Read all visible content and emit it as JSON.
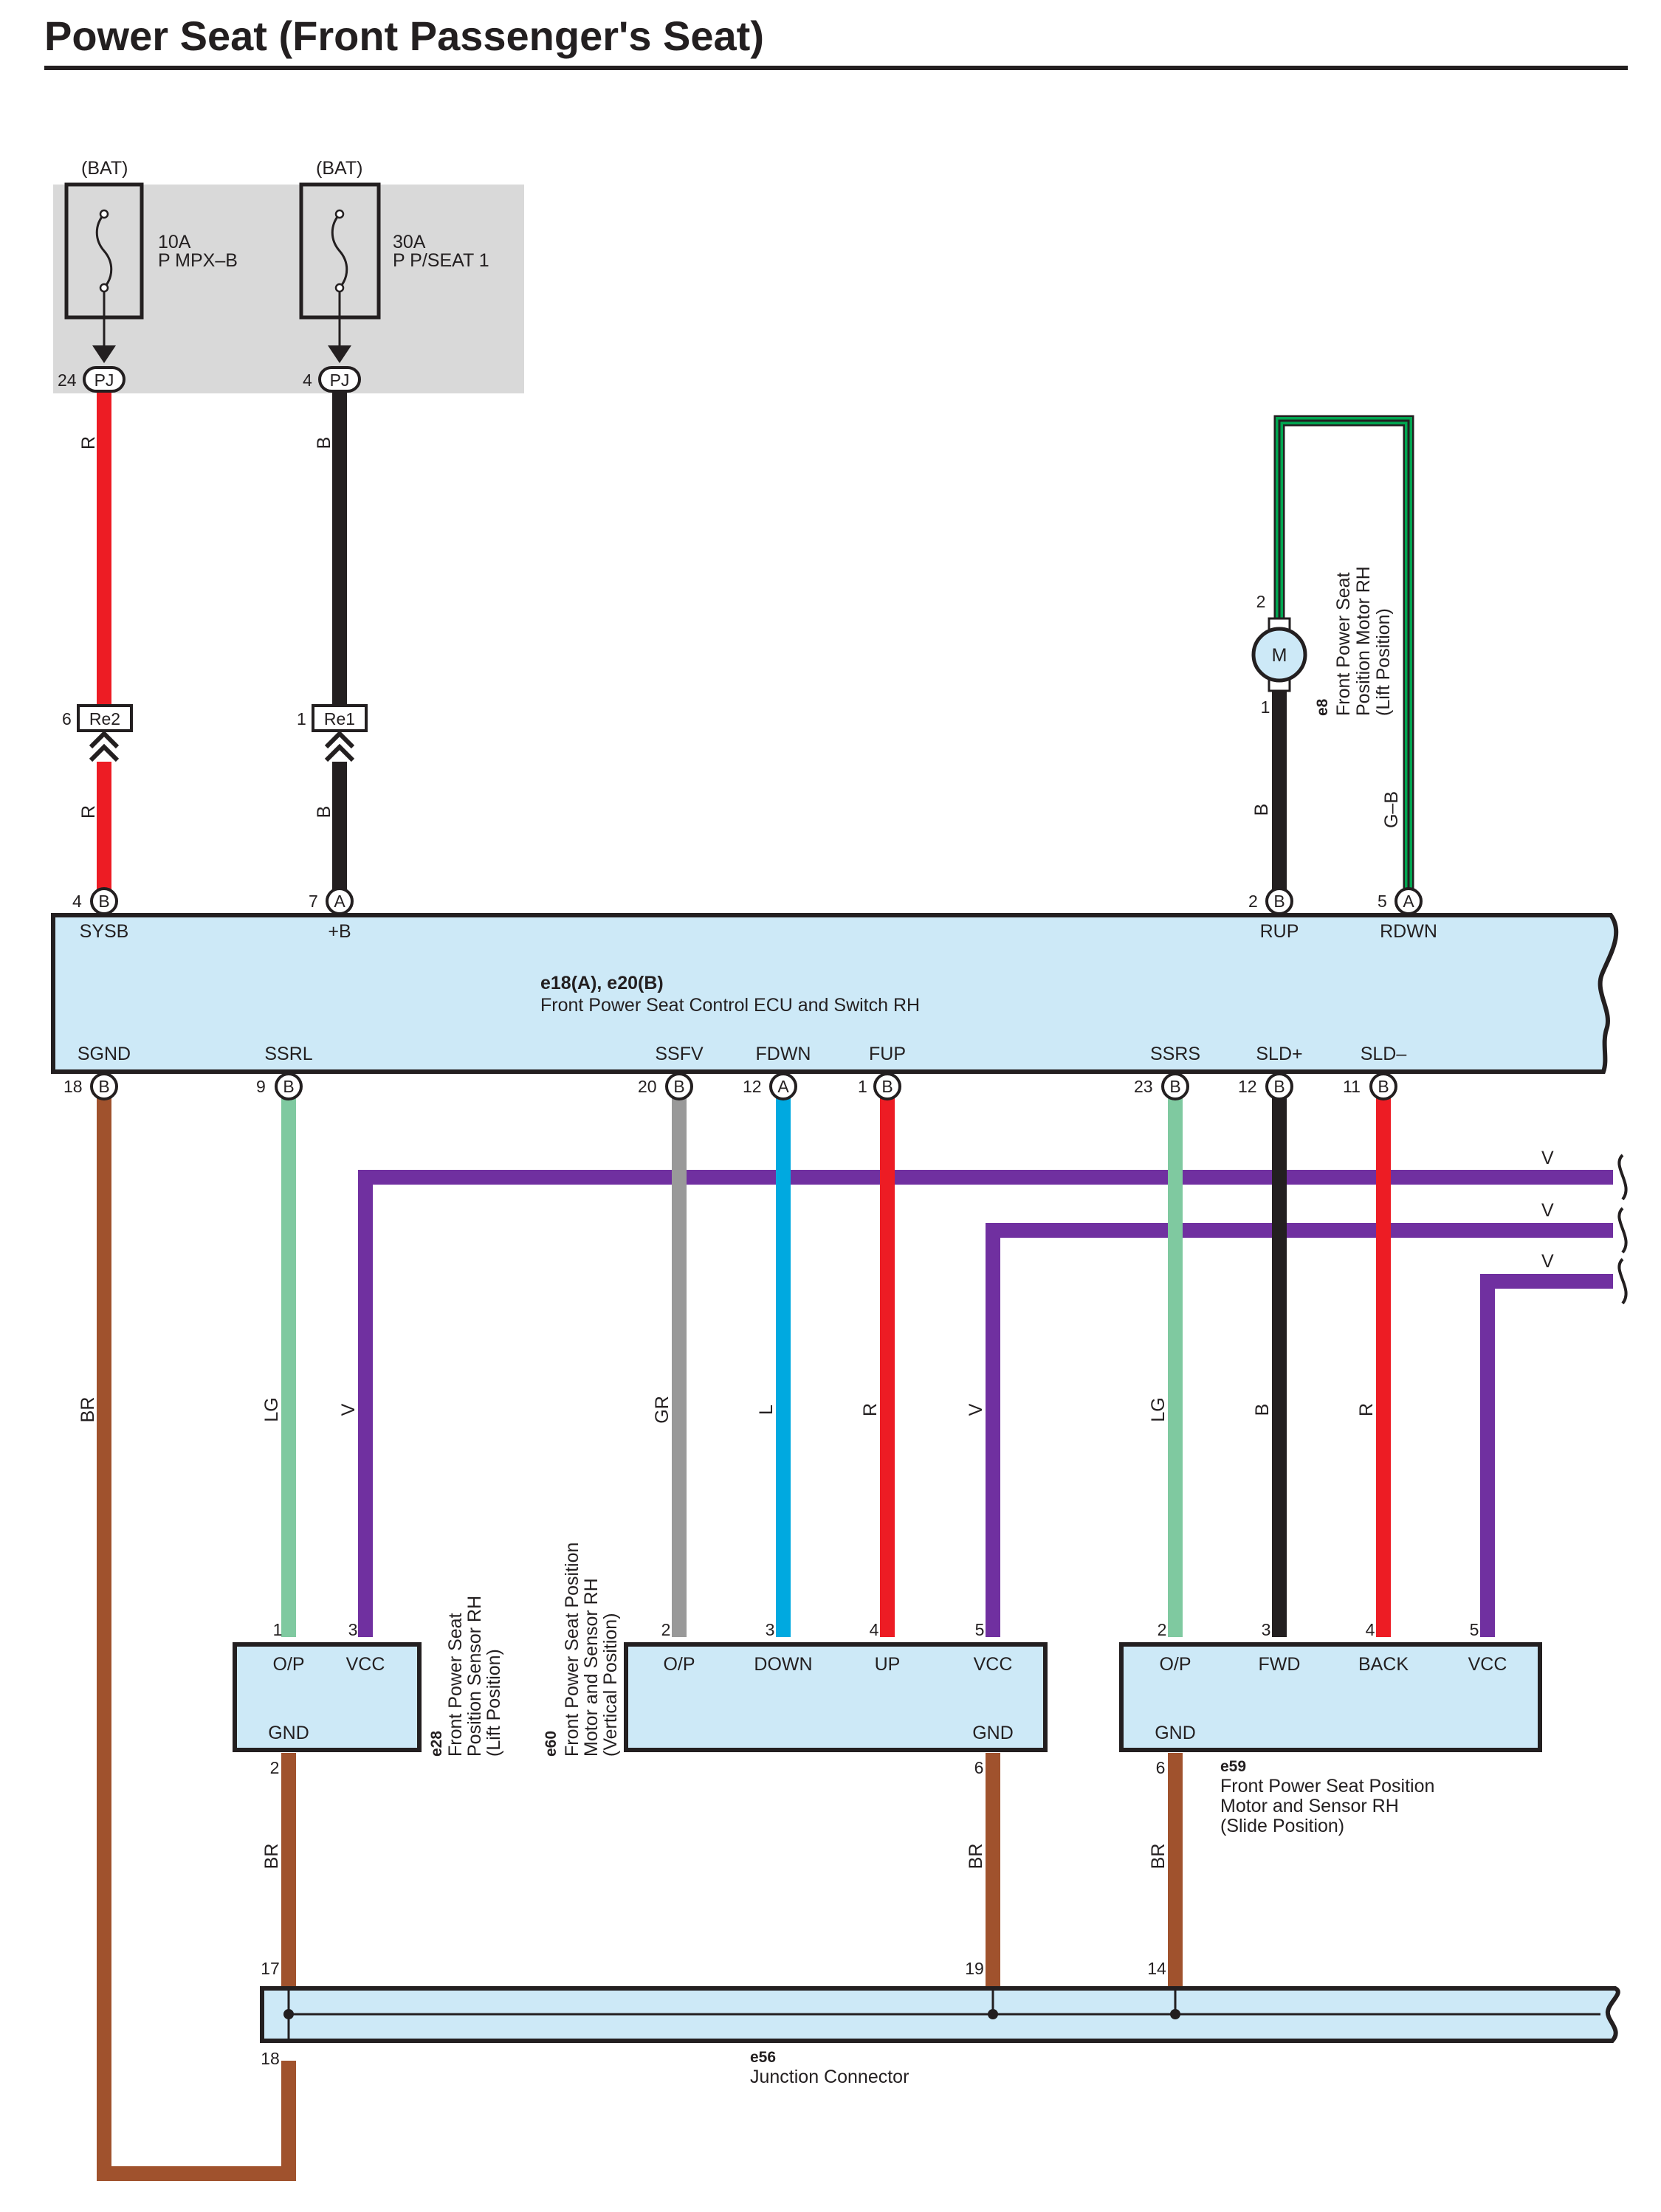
{
  "title": "Power Seat (Front Passenger's Seat)",
  "colors": {
    "R": "#ed1c24",
    "B": "#231f20",
    "G": "#00a651",
    "LG": "#7fc9a0",
    "V": "#7030a0",
    "GR": "#999999",
    "L": "#00a9e0",
    "BR": "#a0522d",
    "component_fill": "#cde9f7",
    "fuse_block_fill": "#d9d9d9"
  },
  "fuses": [
    {
      "source": "(BAT)",
      "rating": "10A",
      "name": "P MPX–B",
      "pin": "24",
      "connector": "PJ"
    },
    {
      "source": "(BAT)",
      "rating": "30A",
      "name": "P P/SEAT 1",
      "pin": "4",
      "connector": "PJ"
    }
  ],
  "inline_connectors": [
    {
      "id": "Re2",
      "pin": "6"
    },
    {
      "id": "Re1",
      "pin": "1"
    }
  ],
  "motor_e8": {
    "id": "e8",
    "lines": [
      "Front Power Seat",
      "Position Motor RH",
      "(Lift Position)"
    ],
    "symbol": "M",
    "pin_top": "2",
    "pin_bottom": "1"
  },
  "ecu": {
    "id": "e18(A), e20(B)",
    "name": "Front Power Seat Control ECU and Switch RH",
    "top_pins": [
      {
        "num": "4",
        "conn": "B",
        "label": "SYSB"
      },
      {
        "num": "7",
        "conn": "A",
        "label": "+B"
      },
      {
        "num": "2",
        "conn": "B",
        "label": "RUP"
      },
      {
        "num": "5",
        "conn": "A",
        "label": "RDWN"
      }
    ],
    "bottom_pins": [
      {
        "num": "18",
        "conn": "B",
        "label": "SGND"
      },
      {
        "num": "9",
        "conn": "B",
        "label": "SSRL"
      },
      {
        "num": "20",
        "conn": "B",
        "label": "SSFV"
      },
      {
        "num": "12",
        "conn": "A",
        "label": "FDWN"
      },
      {
        "num": "1",
        "conn": "B",
        "label": "FUP"
      },
      {
        "num": "23",
        "conn": "B",
        "label": "SSRS"
      },
      {
        "num": "12",
        "conn": "B",
        "label": "SLD+"
      },
      {
        "num": "11",
        "conn": "B",
        "label": "SLD–"
      }
    ]
  },
  "wire_colors": {
    "fuse1_upper": "R",
    "fuse2_upper": "B",
    "fuse1_lower": "R",
    "fuse2_lower": "B",
    "rup": "B",
    "rdwn": "G–B",
    "sgnd": "BR",
    "ssrl": "LG",
    "vcc_e28": "V",
    "ssfv": "GR",
    "fdwn": "L",
    "fup": "R",
    "vcc_e60": "V",
    "ssrs": "LG",
    "sld_plus": "B",
    "sld_minus": "R",
    "bus1": "V",
    "bus2": "V",
    "bus3": "V",
    "gnd_e28": "BR",
    "gnd_e60": "BR",
    "gnd_e59": "BR"
  },
  "sensor_e28": {
    "id": "e28",
    "lines": [
      "Front Power Seat",
      "Position Sensor RH",
      "(Lift Position)"
    ],
    "labels": {
      "op": "O/P",
      "vcc": "VCC",
      "gnd": "GND"
    },
    "pins": {
      "op": "1",
      "vcc": "3",
      "gnd": "2"
    }
  },
  "motor_e60": {
    "id": "e60",
    "lines": [
      "Front Power Seat Position",
      "Motor and Sensor RH",
      "(Vertical Position)"
    ],
    "labels": {
      "op": "O/P",
      "down": "DOWN",
      "up": "UP",
      "vcc": "VCC",
      "gnd": "GND"
    },
    "pins": {
      "op": "2",
      "down": "3",
      "up": "4",
      "vcc": "5",
      "gnd": "6"
    }
  },
  "motor_e59": {
    "id": "e59",
    "lines": [
      "Front Power Seat Position",
      "Motor and Sensor RH",
      "(Slide Position)"
    ],
    "labels": {
      "op": "O/P",
      "fwd": "FWD",
      "back": "BACK",
      "vcc": "VCC",
      "gnd": "GND"
    },
    "pins": {
      "op": "2",
      "fwd": "3",
      "back": "4",
      "vcc": "5",
      "gnd": "6"
    }
  },
  "junction_e56": {
    "id": "e56",
    "name": "Junction Connector",
    "pins": {
      "a": "17",
      "b": "19",
      "c": "14",
      "d": "18"
    }
  }
}
